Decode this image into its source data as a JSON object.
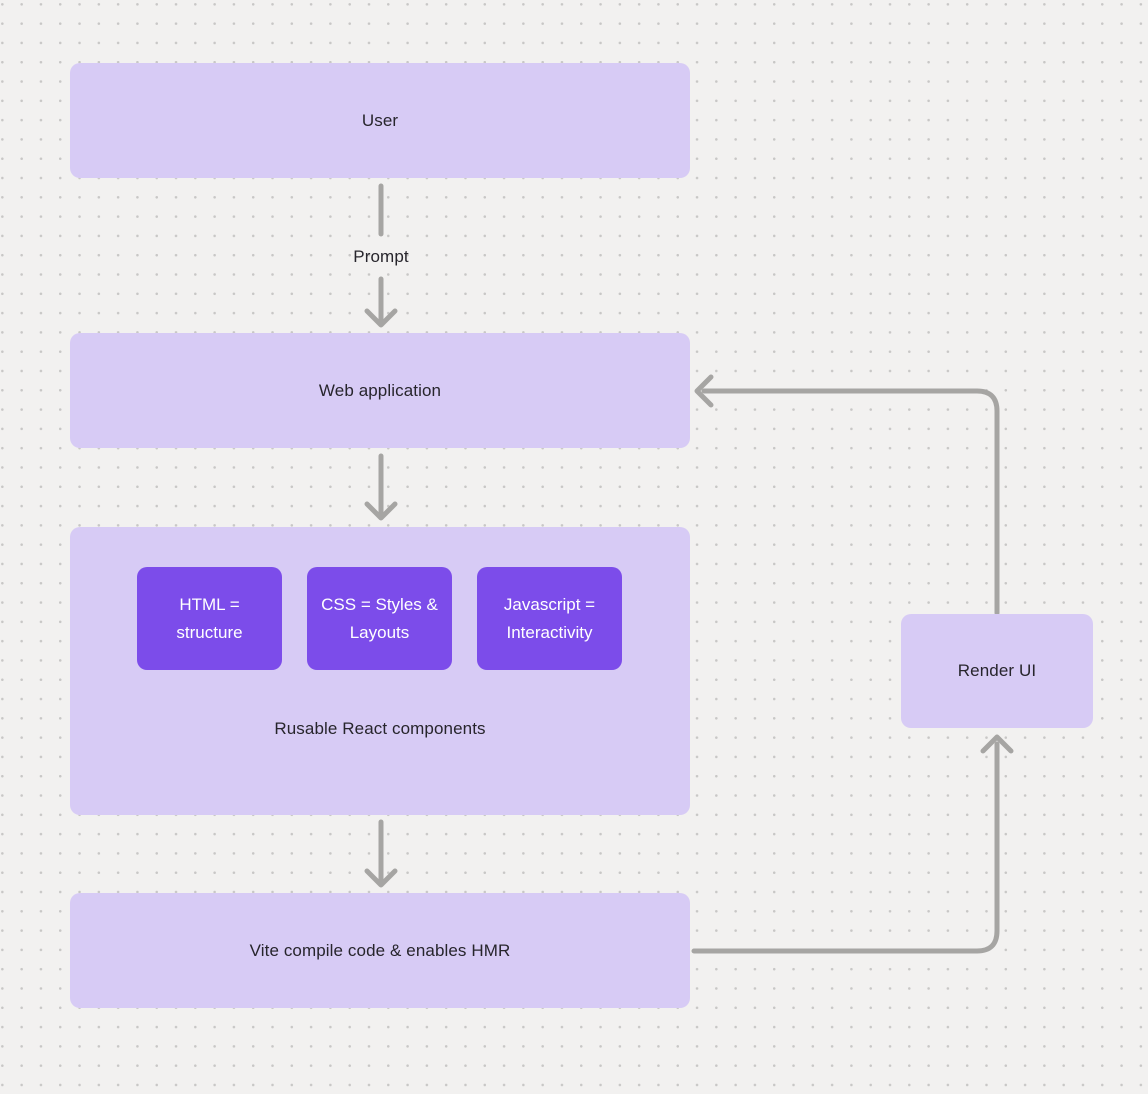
{
  "diagram": {
    "nodes": {
      "user": {
        "label": "User"
      },
      "web_application": {
        "label": "Web application"
      },
      "html": {
        "label": "HTML = structure"
      },
      "css": {
        "label": "CSS = Styles & Layouts"
      },
      "javascript": {
        "label": "Javascript = Interactivity"
      },
      "components_group": {
        "label": "Rusable React components"
      },
      "vite": {
        "label": "Vite compile code & enables HMR"
      },
      "render_ui": {
        "label": "Render UI"
      }
    },
    "edge_labels": {
      "prompt": "Prompt"
    },
    "edges": [
      {
        "from": "user",
        "to": "web_application",
        "label": "Prompt",
        "direction": "down"
      },
      {
        "from": "web_application",
        "to": "components_group",
        "label": "",
        "direction": "down"
      },
      {
        "from": "components_group",
        "to": "vite",
        "label": "",
        "direction": "down"
      },
      {
        "from": "vite",
        "to": "render_ui",
        "label": "",
        "direction": "right-then-up"
      },
      {
        "from": "render_ui",
        "to": "web_application",
        "label": "",
        "direction": "up-then-left"
      }
    ]
  },
  "colors": {
    "background": "#f2f1f0",
    "dot": "#c8c7c6",
    "node_light": "#d7cbf5",
    "node_dark": "#7c4cea",
    "node_dark_text": "#ffffff",
    "text": "#27252c",
    "connector": "#a6a5a3"
  }
}
